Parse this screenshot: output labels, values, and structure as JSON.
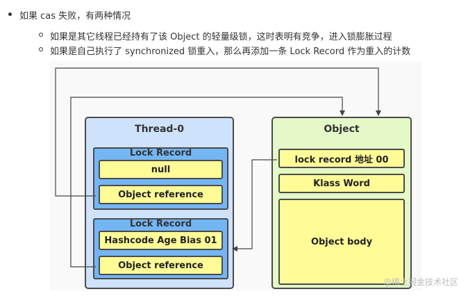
{
  "bullets": {
    "level1": "如果 cas 失败，有两种情况",
    "level2": [
      "如果是其它线程已经持有了该 Object 的轻量级锁，这时表明有竞争，进入锁膨胀过程",
      "如果是自己执行了 synchronized 锁重入，那么再添加一条 Lock Record 作为重入的计数"
    ]
  },
  "thread": {
    "title": "Thread-0",
    "records": [
      {
        "title": "Lock Record",
        "value": "null",
        "ref": "Object reference"
      },
      {
        "title": "Lock Record",
        "value": "Hashcode Age Bias 01",
        "ref": "Object reference"
      }
    ]
  },
  "object": {
    "title": "Object",
    "header": "lock record 地址 00",
    "klass": "Klass Word",
    "body": "Object body"
  },
  "watermark": "@稀土掘金技术社区",
  "colors": {
    "thread_panel": "#cfe2fb",
    "object_panel": "#e4f8c8",
    "lock_record": "#74b6f4",
    "field": "#fffb97",
    "border": "#4a4a4a"
  }
}
